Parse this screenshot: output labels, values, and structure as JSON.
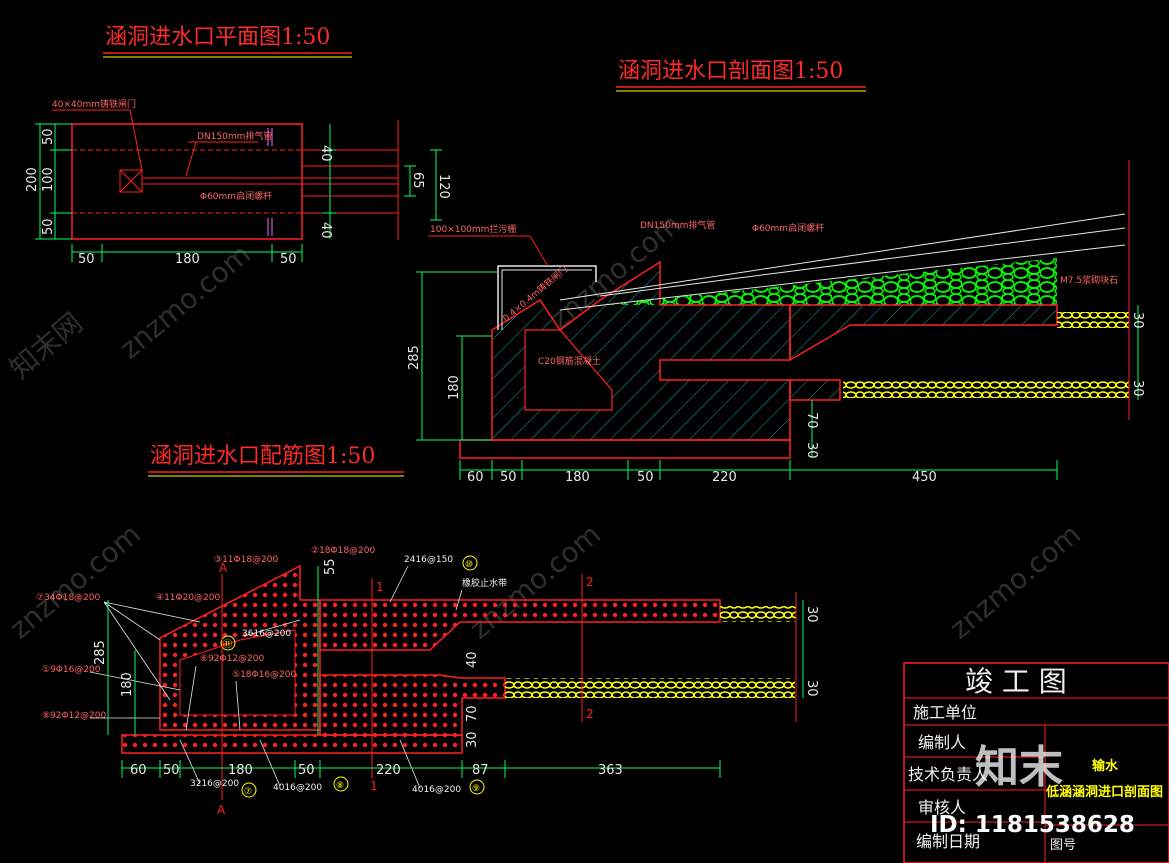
{
  "colors": {
    "background": "#000000",
    "outline": "#ff2020",
    "dimension": "#00ff60",
    "text": "#e8e8e8",
    "rock": "#00ff00",
    "gravel": "#ffff00",
    "label": "#ff6464"
  },
  "titles": {
    "plan": "涵洞进水口平面图1:50",
    "section": "涵洞进水口剖面图1:50",
    "rebar": "涵洞进水口配筋图1:50"
  },
  "plan": {
    "labels": [
      "40×40mm铸铁闸门",
      "DN150mm排气管",
      "Φ60mm启闭螺杆"
    ],
    "dims_horizontal": [
      "50",
      "180",
      "50"
    ],
    "dims_left": [
      "200",
      "50",
      "100",
      "50"
    ],
    "dims_right": [
      "40",
      "40",
      "65",
      "120"
    ]
  },
  "section": {
    "labels": [
      "100×100mm拦污栅",
      "DN150mm排气管",
      "Φ60mm启闭螺杆",
      "0.4×0.4m铸铁闸门",
      "C20钢筋混凝土",
      "M7.5浆砌块石"
    ],
    "dims_horizontal": [
      "60",
      "50",
      "180",
      "50",
      "220",
      "450"
    ],
    "dims_left": [
      "285",
      "180"
    ],
    "dims_right": [
      "30",
      "30",
      "70",
      "30"
    ]
  },
  "rebar": {
    "labels": [
      "⑦34Φ18@200",
      "④11Φ20@200",
      "③11Φ18@200",
      "②18Φ18@200",
      "2416@150",
      "⑩",
      "橡胶止水带",
      "3616@200",
      "⑪",
      "⑥92Φ12@200",
      "⑤18Φ16@200",
      "①9Φ16@200",
      "⑧92Φ12@200",
      "3216@200",
      "⑦",
      "4016@200",
      "⑧",
      "4016@200",
      "⑨"
    ],
    "section_marks": [
      "A",
      "A",
      "1",
      "1",
      "2",
      "2"
    ],
    "dims_horizontal": [
      "60",
      "50",
      "180",
      "50",
      "220",
      "87",
      "363"
    ],
    "dims_left": [
      "285",
      "180"
    ],
    "dims_mid": [
      "55",
      "40",
      "70",
      "30"
    ],
    "dims_right": [
      "30",
      "30"
    ]
  },
  "title_block": {
    "heading": "竣  工  图",
    "rows": [
      "施工单位",
      "编制人",
      "技术负责人",
      "审核人",
      "编制日期"
    ],
    "project_lines": [
      "输水",
      "低涵涵洞进口剖面图"
    ],
    "drawing_no_label": "图号"
  },
  "watermark": {
    "text": "znzmo.com",
    "brand": "知末网",
    "logo": "知末",
    "id": "ID: 1181538628"
  }
}
